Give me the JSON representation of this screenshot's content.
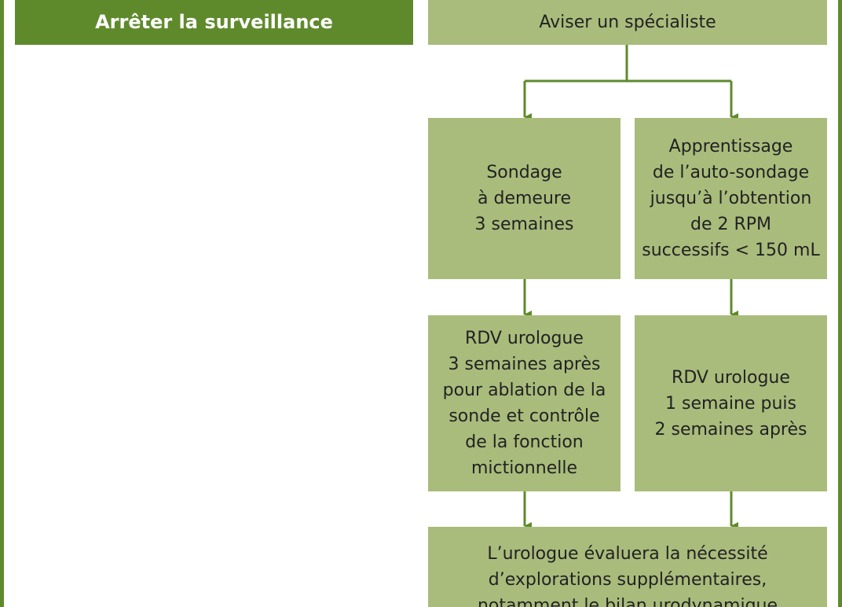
{
  "colors": {
    "dark_green": "#5f8a2c",
    "light_green": "#a9bc7c",
    "arrow": "#5f8a2c",
    "text": "#222222",
    "header_text": "#ffffff"
  },
  "boxes": {
    "stop_monitoring": "Arrêter la surveillance",
    "consult_specialist": "Aviser un spécialiste",
    "indwelling_catheter": "Sondage\nà demeure\n3 semaines",
    "self_catheterization": "Apprentissage\nde l’auto-sondage\njusqu’à l’obtention\nde 2 RPM\nsuccessifs < 150 mL",
    "urology_appointment_a": "RDV urologue\n3 semaines après\npour ablation de la\nsonde et contrôle\nde la fonction\nmictionnelle",
    "urology_appointment_b": "RDV urologue\n1 semaine puis\n2 semaines après",
    "urologist_evaluation": "L’urologue évaluera la nécessité\nd’explorations supplémentaires,\nnotamment le bilan urodynamique"
  }
}
